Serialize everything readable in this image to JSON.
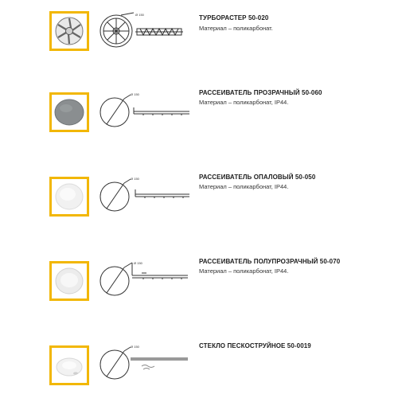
{
  "items": [
    {
      "title": "ТУРБОРАСТЕР 50-020",
      "description": "Материал – поликарбонат.",
      "photo_icon": "turbo-raster-grille-icon",
      "drawing_icon": "turbo-raster-drawing-icon",
      "dim_label": "Ø 150"
    },
    {
      "title": "РАССЕИВАТЕЛЬ ПРОЗРАЧНЫЙ 50-060",
      "description": "Материал – поликарбонат, IP44.",
      "photo_icon": "clear-diffuser-icon",
      "drawing_icon": "diffuser-drawing-icon",
      "dim_label": "Ø 150"
    },
    {
      "title": "РАССЕИВАТЕЛЬ ОПАЛОВЫЙ 50-050",
      "description": "Материал – поликарбонат, IP44.",
      "photo_icon": "opal-diffuser-icon",
      "drawing_icon": "diffuser-drawing-icon",
      "dim_label": "Ø 150"
    },
    {
      "title": "РАССЕИВАТЕЛЬ ПОЛУПРОЗРАЧНЫЙ 50-070",
      "description": "Материал – поликарбонат, IP44.",
      "photo_icon": "semi-clear-diffuser-icon",
      "drawing_icon": "diffuser-drawing-icon",
      "dim_label": "Ø 150"
    },
    {
      "title": "СТЕКЛО ПЕСКОСТРУЙНОЕ 50-0019",
      "description": "",
      "photo_icon": "sandblasted-glass-icon",
      "drawing_icon": "glass-drawing-icon",
      "dim_label": "Ø 150"
    }
  ],
  "colors": {
    "frame": "#f2b705",
    "line": "#333333"
  }
}
